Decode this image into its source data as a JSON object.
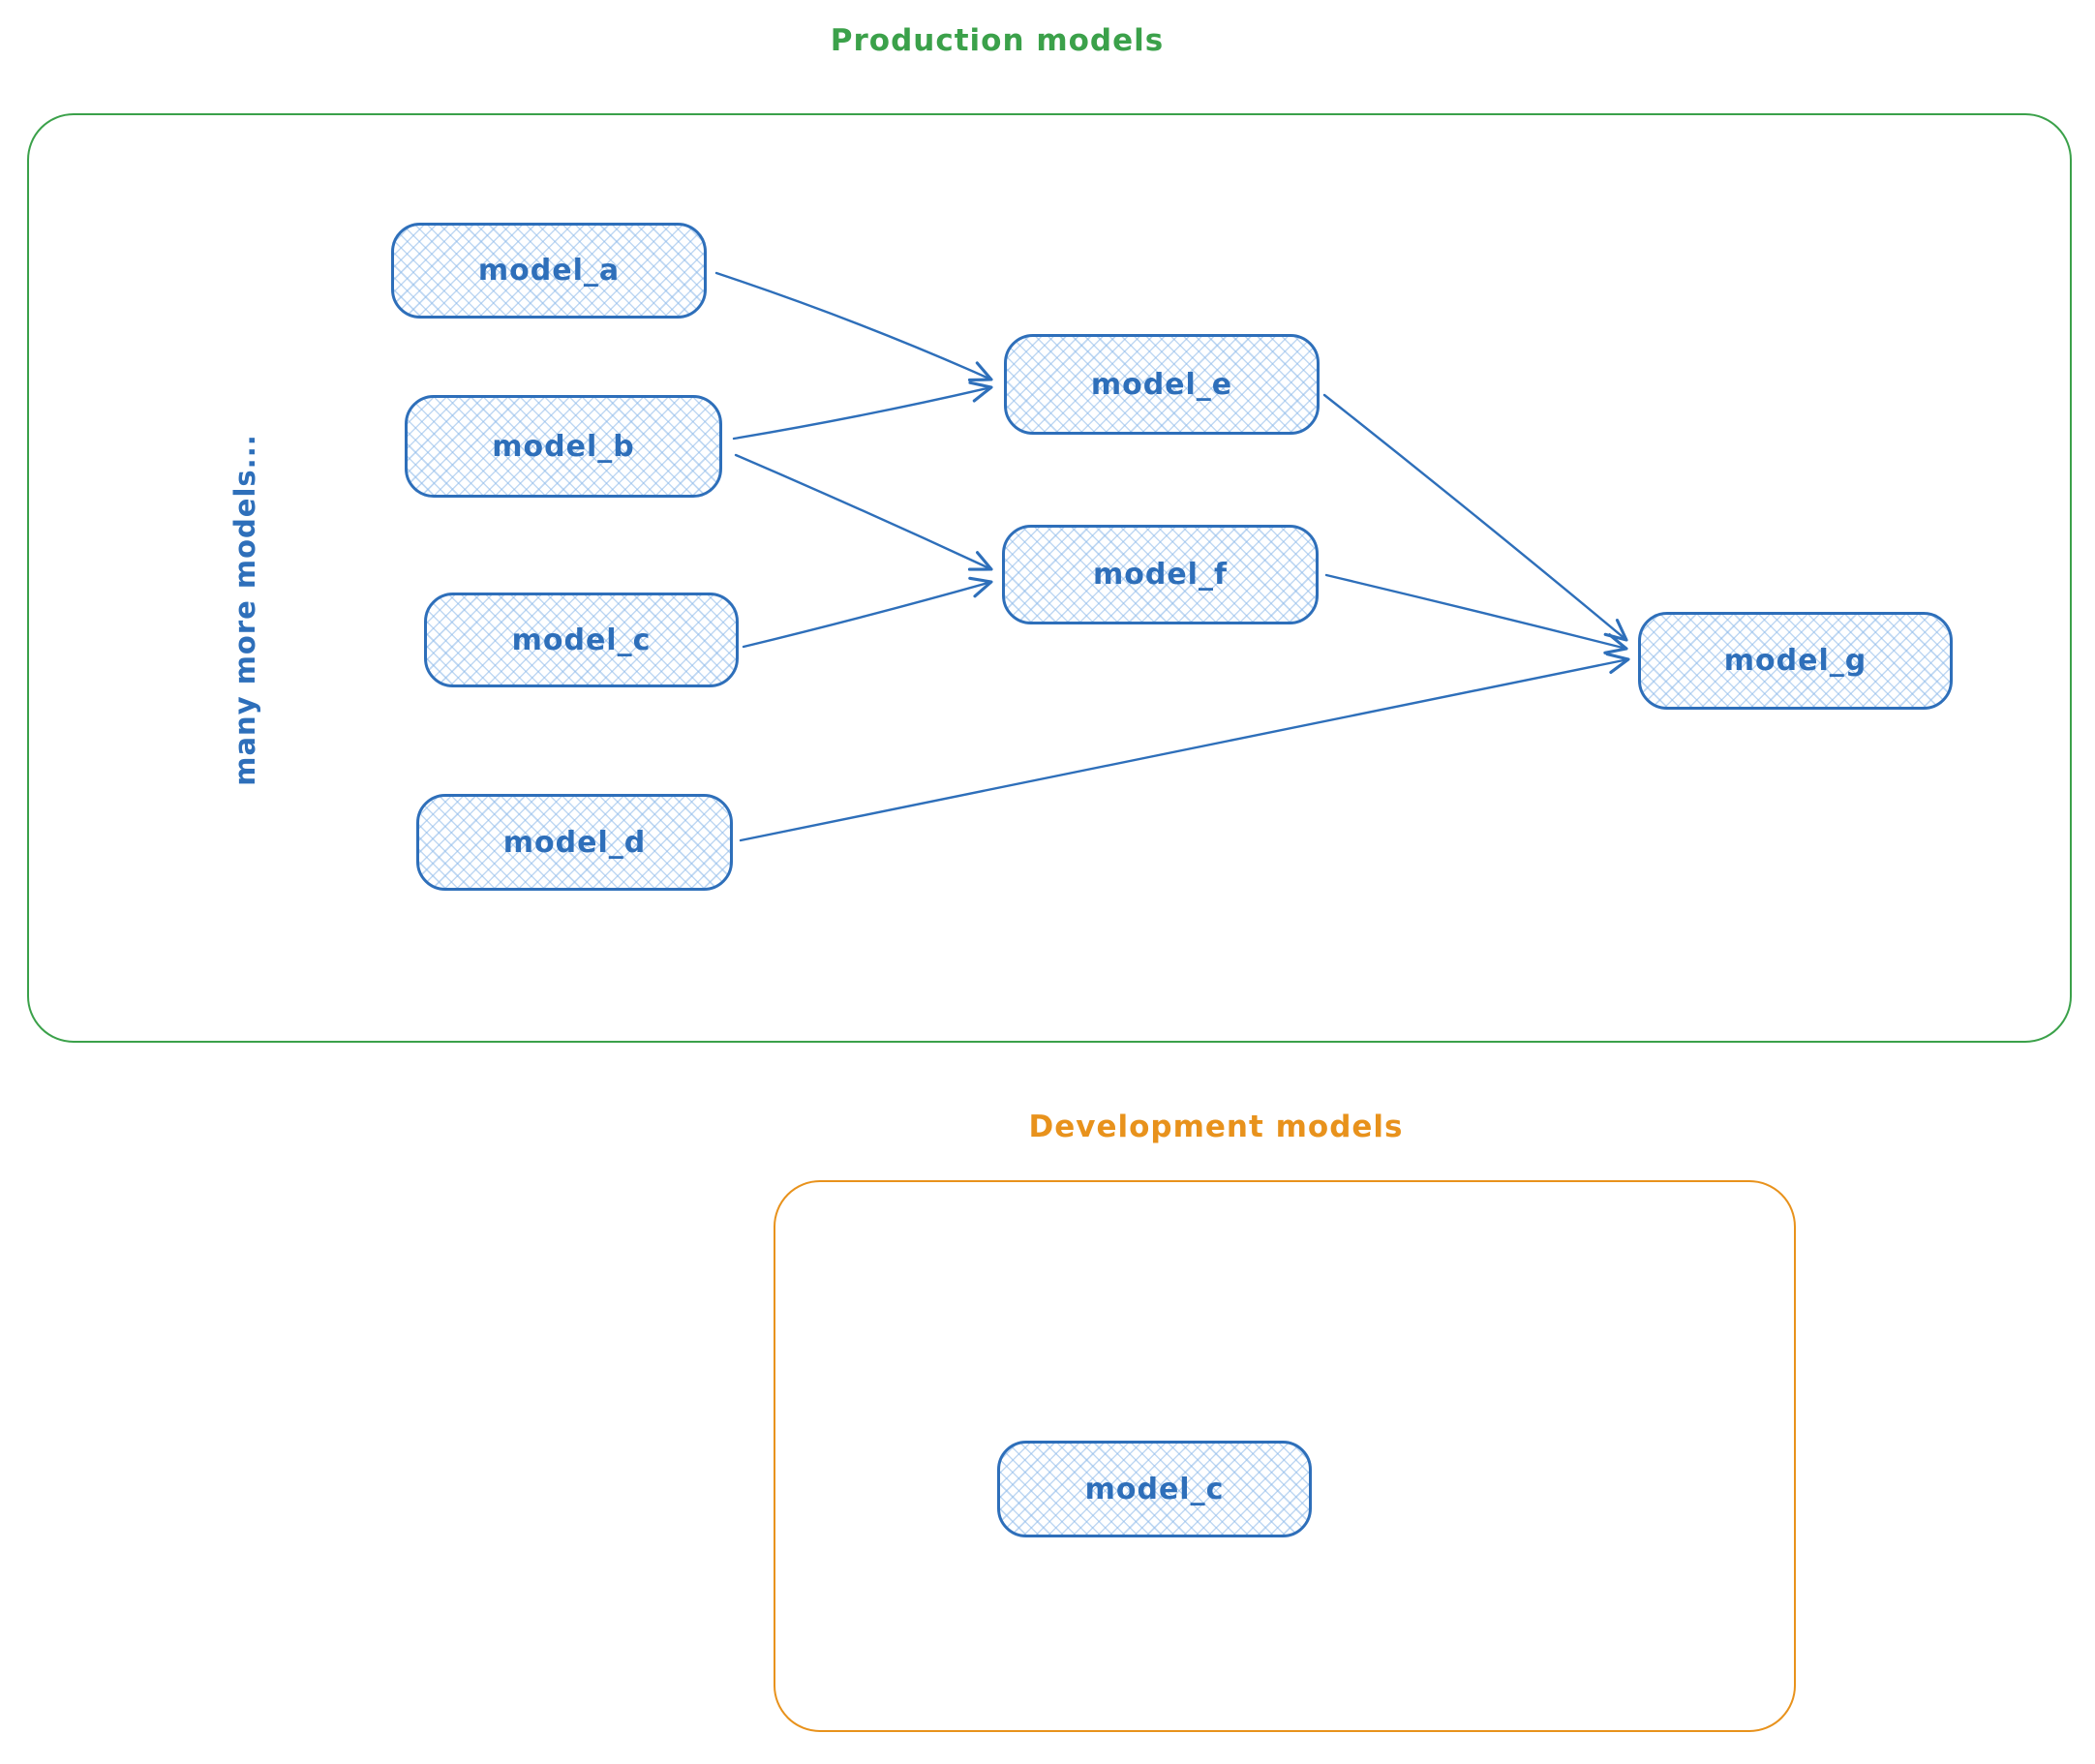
{
  "diagram": {
    "production": {
      "title": "Production models",
      "side_note": "many more models...",
      "nodes": {
        "model_a": {
          "label": "model_a"
        },
        "model_b": {
          "label": "model_b"
        },
        "model_c": {
          "label": "model_c"
        },
        "model_d": {
          "label": "model_d"
        },
        "model_e": {
          "label": "model_e"
        },
        "model_f": {
          "label": "model_f"
        },
        "model_g": {
          "label": "model_g"
        }
      }
    },
    "development": {
      "title": "Development models",
      "nodes": {
        "model_c": {
          "label": "model_c"
        }
      }
    },
    "edges": [
      {
        "from": "model_a",
        "to": "model_e"
      },
      {
        "from": "model_b",
        "to": "model_e"
      },
      {
        "from": "model_b",
        "to": "model_f"
      },
      {
        "from": "model_c",
        "to": "model_f"
      },
      {
        "from": "model_e",
        "to": "model_g"
      },
      {
        "from": "model_f",
        "to": "model_g"
      },
      {
        "from": "model_d",
        "to": "model_g"
      }
    ],
    "colors": {
      "production_border": "#3ba14a",
      "development_border": "#e8921c",
      "node_stroke": "#2e6fba",
      "node_fill_hatch": "#8cb9e9"
    }
  }
}
